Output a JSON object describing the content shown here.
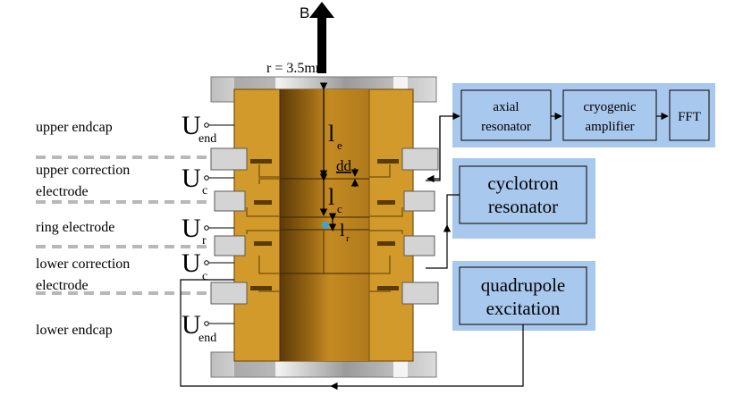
{
  "field": {
    "label": "B"
  },
  "radius": {
    "label": "r = 3.5mm"
  },
  "electrode_names": {
    "upper_endcap": "upper endcap",
    "upper_correction_1": "upper correction",
    "upper_correction_2": "electrode",
    "ring": "ring electrode",
    "lower_correction_1": "lower correction",
    "lower_correction_2": "electrode",
    "lower_endcap": "lower endcap"
  },
  "voltages": {
    "U_end_top": {
      "main": "U",
      "sub": "end"
    },
    "U_c_top": {
      "main": "U",
      "sub": "c"
    },
    "U_r": {
      "main": "U",
      "sub": "r"
    },
    "U_c_bottom": {
      "main": "U",
      "sub": "c"
    },
    "U_end_bottom": {
      "main": "U",
      "sub": "end"
    }
  },
  "lengths": {
    "l_e": {
      "main": "l",
      "sub": "e"
    },
    "d": "dd",
    "l_c": {
      "main": "l",
      "sub": "c"
    },
    "l_r": {
      "main": "l",
      "sub": "r"
    }
  },
  "boxes": {
    "axial": [
      "axial",
      "resonator"
    ],
    "cryogenic": [
      "cryogenic",
      "amplifier"
    ],
    "fft": [
      "FFT"
    ],
    "cyclotron": [
      "cyclotron",
      "resonator"
    ],
    "quadrupole": [
      "quadrupole",
      "excitation"
    ]
  },
  "colors": {
    "gold": "#d29a2a",
    "gold_dark": "#a8741a",
    "gold_edge": "#7a5210",
    "bore_dark": "#6a440c",
    "insulator": "#d4d4d4",
    "insulator_edge": "#5a5a5a",
    "box_fill": "#a9c8ee",
    "box_edge": "#222222",
    "dash": "#b8b8b8",
    "ion": "#3aa6d8"
  }
}
